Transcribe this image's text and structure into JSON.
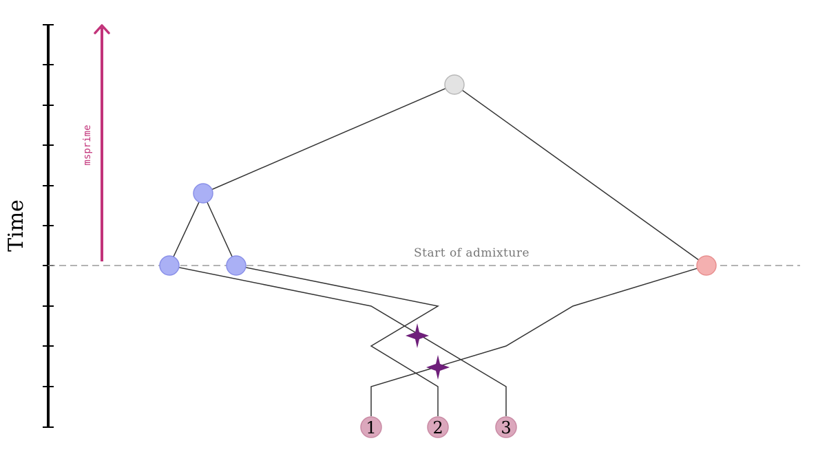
{
  "axis": {
    "label": "Time",
    "tick_count": 11
  },
  "arrow": {
    "label": "msprime",
    "color": "#c2337a"
  },
  "admixture": {
    "label": "Start of admixture",
    "line_color": "#9a9a9a"
  },
  "colors": {
    "root": "#e3e3e3",
    "population_a": "#aab0f5",
    "population_b": "#f4b0b0",
    "samples": "#dba7bc",
    "mutation": "#6e1f7a",
    "edges": "#333333"
  },
  "samples": [
    {
      "label": "1"
    },
    {
      "label": "2"
    },
    {
      "label": "3"
    }
  ],
  "nodes": [
    "root",
    "population-a-ancestor",
    "population-a-node-1",
    "population-a-node-2",
    "population-b-node"
  ],
  "mutations": 2
}
